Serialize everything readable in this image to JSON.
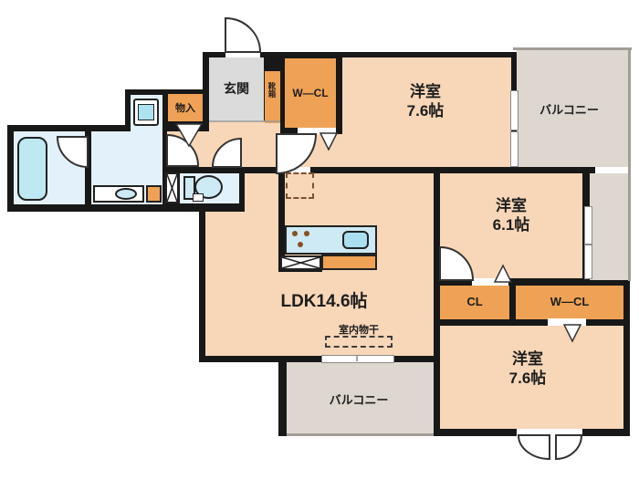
{
  "rooms": {
    "entrance": {
      "label": "玄関"
    },
    "shoe_box": {
      "label": "靴箱"
    },
    "walkin_closet_top": {
      "label": "W―CL"
    },
    "storage": {
      "label": "物入"
    },
    "bedroom_top": {
      "name": "洋室",
      "size": "7.6帖"
    },
    "balcony_right": {
      "label": "バルコニー"
    },
    "bedroom_mid": {
      "name": "洋室",
      "size": "6.1帖"
    },
    "closet_mid": {
      "label": "CL"
    },
    "walkin_closet_bottom": {
      "label": "W―CL"
    },
    "bedroom_bottom": {
      "name": "洋室",
      "size": "7.6帖"
    },
    "ldk": {
      "label": "LDK14.6帖"
    },
    "indoor_drying": {
      "label": "室内物干"
    },
    "balcony_bottom": {
      "label": "バルコニー"
    }
  },
  "colors": {
    "wall": "#181818",
    "room_floor": "#f7d7b8",
    "closet_orange": "#efa255",
    "balcony_gray": "#ddd7cf",
    "entrance_gray": "#dbdbdb",
    "wet_area_blue": "#e3f1fb",
    "fixture_blue": "#bfe9f2"
  }
}
